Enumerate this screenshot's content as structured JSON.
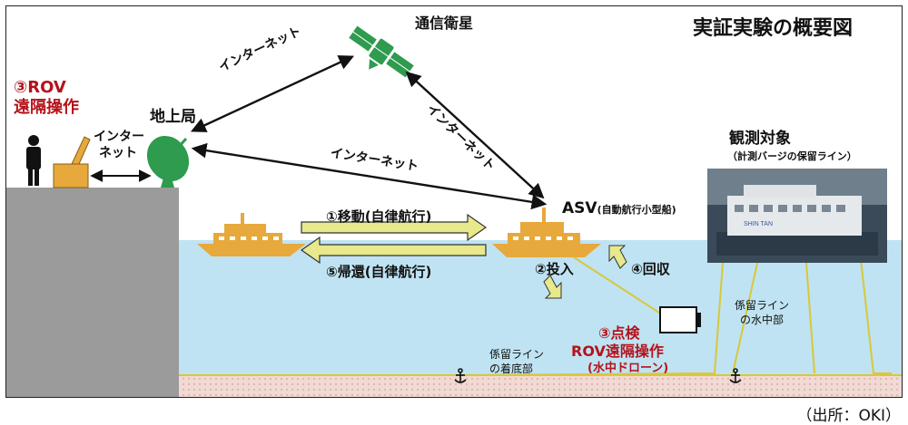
{
  "diagram": {
    "title": "実証実験の概要図",
    "source": "（出所：OKI）",
    "nodes": {
      "satellite": "通信衛星",
      "ground_station": "地上局",
      "rov_remote_line1": "③ROV",
      "rov_remote_line2": "遠隔操作",
      "local_net_line1": "インター",
      "local_net_line2": "ネット",
      "asv_main": "ASV",
      "asv_sub": "(自動航行小型船)",
      "target_main": "観測対象",
      "target_sub": "（計測バージの保留ライン）",
      "barge_name": "SHIN TAN"
    },
    "links": {
      "internet_ground_sat": "インターネット",
      "internet_sat_asv": "インターネット",
      "internet_ground_asv": "インターネット"
    },
    "steps": {
      "move": "①移動(自律航行)",
      "return": "⑤帰還(自律航行)",
      "deploy": "②投入",
      "recover": "④回収",
      "inspect_line1": "③点検",
      "inspect_line2": "ROV遠隔操作",
      "inspect_line3": "(水中ドローン)"
    },
    "underwater": {
      "mooring_mid_line1": "係留ライン",
      "mooring_mid_line2": "の水中部",
      "mooring_bottom_line1": "係留ライン",
      "mooring_bottom_line2": "の着底部"
    },
    "colors": {
      "sea": "#bfe3f2",
      "seabed": "#f2d9d3",
      "land": "#9b9b9b",
      "satellite": "#2e9b4e",
      "antenna": "#2e9b4e",
      "boat": "#e7a93c",
      "arrow_fill": "#e8e88c",
      "accent_red": "#b5121b",
      "mooring_line": "#d8c83a"
    },
    "icons": [
      "person-icon",
      "controller-box-icon",
      "satellite-dish-icon",
      "satellite-icon",
      "ship-icon",
      "asv-boat-icon",
      "rov-icon",
      "anchor-icon",
      "barge-photo"
    ]
  }
}
